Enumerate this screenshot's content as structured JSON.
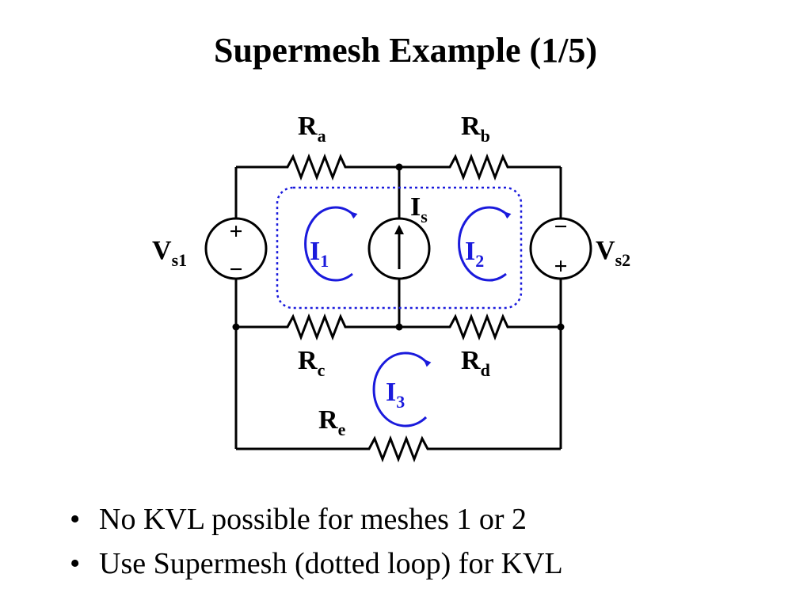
{
  "title": "Supermesh Example (1/5)",
  "colors": {
    "wire": "#000000",
    "mesh": "#1a1adc",
    "supermesh": "#1a1adc"
  },
  "circuit": {
    "resistors": [
      {
        "id": "Ra",
        "main": "R",
        "sub": "a"
      },
      {
        "id": "Rb",
        "main": "R",
        "sub": "b"
      },
      {
        "id": "Rc",
        "main": "R",
        "sub": "c"
      },
      {
        "id": "Rd",
        "main": "R",
        "sub": "d"
      },
      {
        "id": "Re",
        "main": "R",
        "sub": "e"
      }
    ],
    "sources": [
      {
        "id": "Vs1",
        "main": "V",
        "sub": "s1",
        "top_sign": "+",
        "bottom_sign": "−"
      },
      {
        "id": "Vs2",
        "main": "V",
        "sub": "s2",
        "top_sign": "−",
        "bottom_sign": "+"
      },
      {
        "id": "Is",
        "main": "I",
        "sub": "s"
      }
    ],
    "meshes": [
      {
        "id": "I1",
        "main": "I",
        "sub": "1"
      },
      {
        "id": "I2",
        "main": "I",
        "sub": "2"
      },
      {
        "id": "I3",
        "main": "I",
        "sub": "3"
      }
    ]
  },
  "bullets": [
    {
      "marker": "•",
      "text": "No KVL possible for meshes 1 or 2"
    },
    {
      "marker": "•",
      "text": "Use Supermesh (dotted loop) for KVL"
    }
  ]
}
